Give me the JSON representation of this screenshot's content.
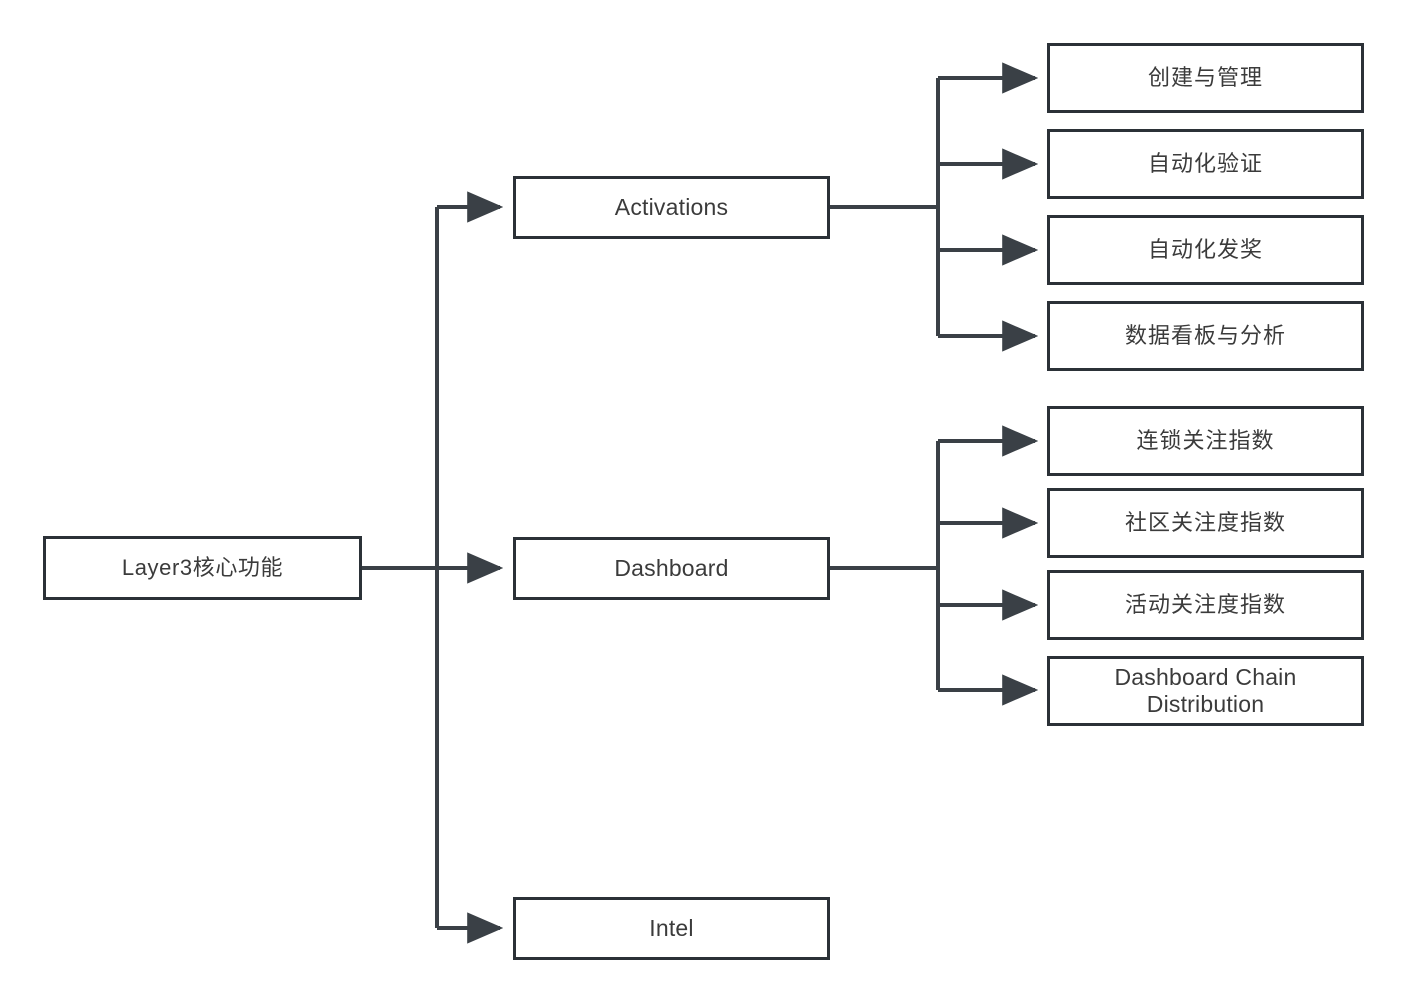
{
  "diagram": {
    "type": "tree-flowchart",
    "orientation": "left-to-right",
    "theme": {
      "background": "#ffffff",
      "node_border": "#2b3137",
      "node_fill": "#ffffff",
      "text_color": "#3b3b3b",
      "edge_color": "#3a4046"
    },
    "root": {
      "label": "Layer3核心功能"
    },
    "branches": [
      {
        "label": "Activations",
        "children": [
          {
            "label": "创建与管理"
          },
          {
            "label": "自动化验证"
          },
          {
            "label": "自动化发奖"
          },
          {
            "label": "数据看板与分析"
          }
        ]
      },
      {
        "label": "Dashboard",
        "children": [
          {
            "label": "连锁关注指数"
          },
          {
            "label": "社区关注度指数"
          },
          {
            "label": "活动关注度指数"
          },
          {
            "label": "Dashboard Chain\nDistribution"
          }
        ]
      },
      {
        "label": "Intel",
        "children": []
      }
    ]
  }
}
